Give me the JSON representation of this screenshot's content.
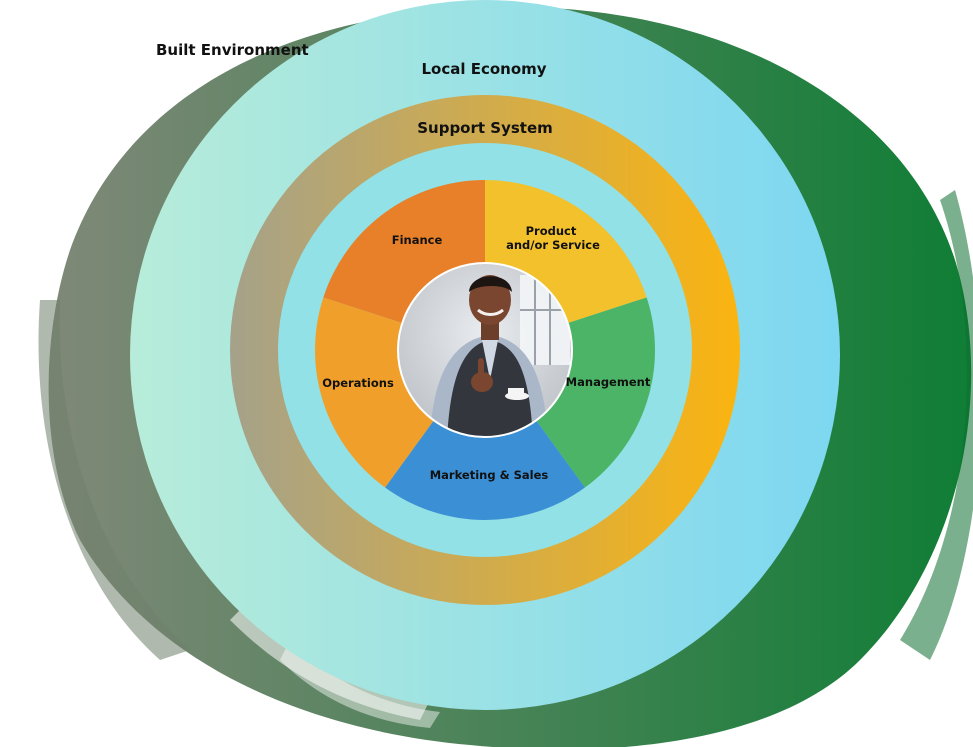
{
  "diagram": {
    "rings": {
      "built_environment": {
        "label": "Built Environment"
      },
      "local_economy": {
        "label": "Local Economy"
      },
      "support_system": {
        "label": "Support System"
      }
    },
    "segments": [
      {
        "id": "finance",
        "lines": [
          "Finance"
        ],
        "color": "#e8802a"
      },
      {
        "id": "product",
        "lines": [
          "Product",
          "and/or Service"
        ],
        "color": "#f2c12b"
      },
      {
        "id": "management",
        "lines": [
          "Management"
        ],
        "color": "#4cb466"
      },
      {
        "id": "marketing",
        "lines": [
          "Marketing & Sales"
        ],
        "color": "#3b8fd4"
      },
      {
        "id": "operations",
        "lines": [
          "Operations"
        ],
        "color": "#f0a02a"
      }
    ],
    "colors": {
      "outer_green_left": "#808878",
      "outer_green_right": "#0f7e35",
      "teal_left": "#b7ecd9",
      "teal_right": "#7dd7f1",
      "support_left": "#a5a28a",
      "support_right": "#fbb410",
      "inner_band": "#91e1e6"
    },
    "center_icon": "person-thumbs-up-photo"
  }
}
